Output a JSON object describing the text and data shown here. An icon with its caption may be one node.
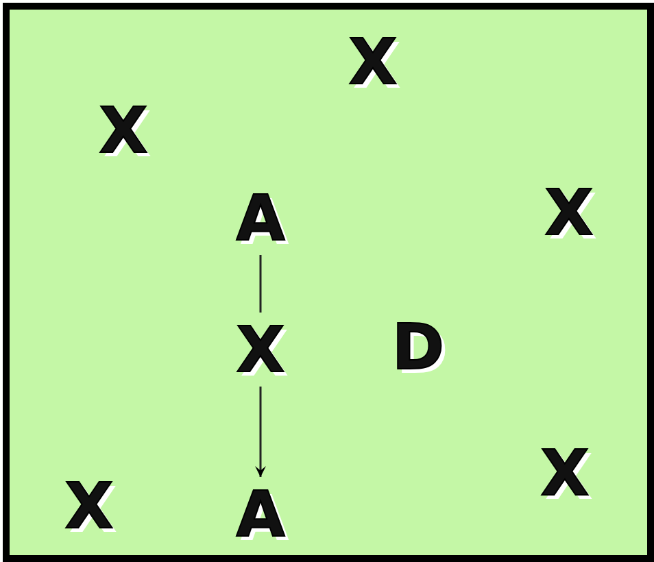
{
  "diagram": {
    "nodes": [
      {
        "text": [
          "X"
        ]
      },
      {
        "text": [
          "X"
        ]
      },
      {
        "text": [
          "A"
        ]
      },
      {
        "text": [
          "X"
        ]
      },
      {
        "text": [
          "X"
        ]
      },
      {
        "text": [
          "D"
        ]
      },
      {
        "text": [
          "X"
        ]
      },
      {
        "text": [
          "X"
        ]
      },
      {
        "text": [
          "A"
        ]
      }
    ],
    "edges": [
      {
        "from": 2,
        "to": 4,
        "arrow": "none"
      },
      {
        "from": 4,
        "to": 8,
        "arrow": "to"
      }
    ]
  }
}
